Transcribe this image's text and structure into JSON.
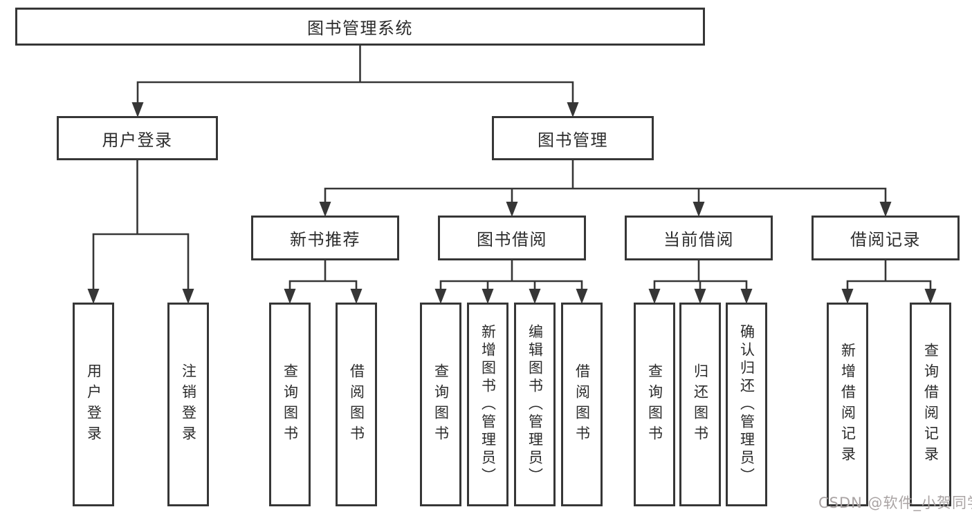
{
  "tree": {
    "label": "图书管理系统",
    "children": [
      {
        "label": "用户登录",
        "children": [
          {
            "label": "用户登录"
          },
          {
            "label": "注销登录"
          }
        ]
      },
      {
        "label": "图书管理",
        "children": [
          {
            "label": "新书推荐",
            "children": [
              {
                "label": "查询图书"
              },
              {
                "label": "借阅图书"
              }
            ]
          },
          {
            "label": "图书借阅",
            "children": [
              {
                "label": "查询图书"
              },
              {
                "label": "新增图书（管理员）"
              },
              {
                "label": "编辑图书（管理员）"
              },
              {
                "label": "借阅图书"
              }
            ]
          },
          {
            "label": "当前借阅",
            "children": [
              {
                "label": "查询图书"
              },
              {
                "label": "归还图书"
              },
              {
                "label": "确认归还（管理员）"
              }
            ]
          },
          {
            "label": "借阅记录",
            "children": [
              {
                "label": "新增借阅记录"
              },
              {
                "label": "查询借阅记录"
              }
            ]
          }
        ]
      }
    ]
  },
  "watermark": {
    "text": "CSDN @软件_小贺同学",
    "color": "#a9a3a3"
  },
  "colors": {
    "line": "#363636",
    "border": "#363636",
    "text": "#2b2b2b",
    "background": "#ffffff"
  }
}
